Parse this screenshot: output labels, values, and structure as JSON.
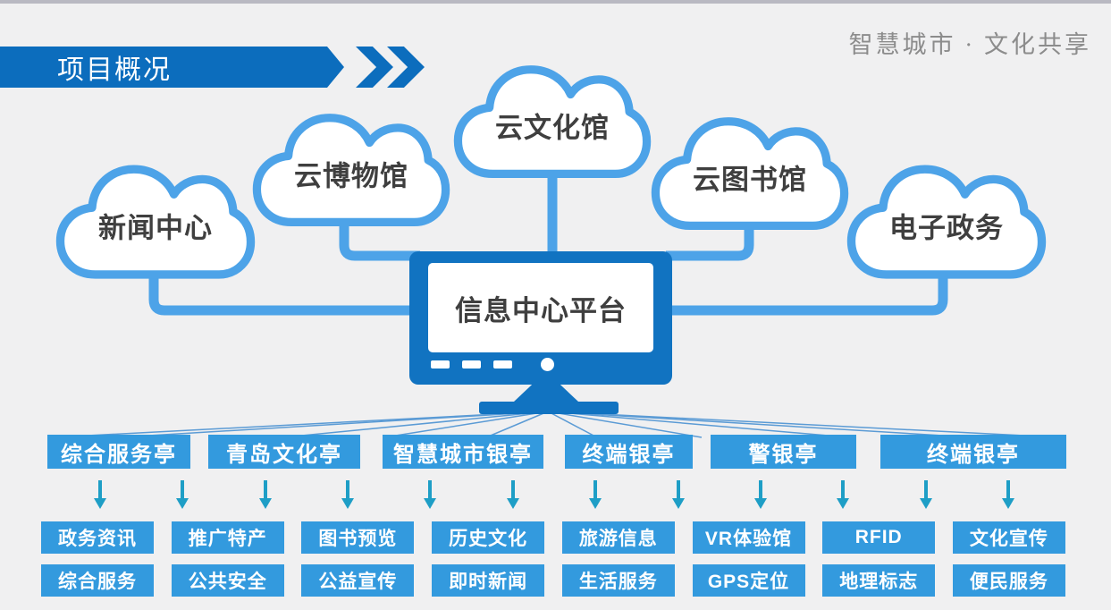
{
  "header": {
    "banner_title": "项目概况",
    "watermark": "智慧城市 · 文化共享"
  },
  "clouds": [
    {
      "label": "新闻中心"
    },
    {
      "label": "云博物馆"
    },
    {
      "label": "云文化馆"
    },
    {
      "label": "云图书馆"
    },
    {
      "label": "电子政务"
    }
  ],
  "platform": {
    "label": "信息中心平台"
  },
  "kiosks": [
    {
      "label": "综合服务亭"
    },
    {
      "label": "青岛文化亭"
    },
    {
      "label": "智慧城市银亭"
    },
    {
      "label": "终端银亭"
    },
    {
      "label": "警银亭"
    },
    {
      "label": "终端银亭"
    }
  ],
  "services": {
    "row1": [
      "政务资讯",
      "推广特产",
      "图书预览",
      "历史文化",
      "旅游信息",
      "VR体验馆",
      "RFID",
      "文化宣传"
    ],
    "row2": [
      "综合服务",
      "公共安全",
      "公益宣传",
      "即时新闻",
      "生活服务",
      "GPS定位",
      "地理标志",
      "便民服务"
    ]
  },
  "colors": {
    "background": "#f0f0f1",
    "top_strip": "#b9b9c2",
    "banner_blue": "#0c6dbd",
    "box_blue": "#339ade",
    "monitor_blue": "#1173c1",
    "cloud_outline_blue": "#4da3e8",
    "arrow_teal": "#1e9ec6",
    "fan_line_blue": "#5b9bd5",
    "label_dark": "#3f3f3f",
    "watermark_gray": "#8c8c8c"
  }
}
